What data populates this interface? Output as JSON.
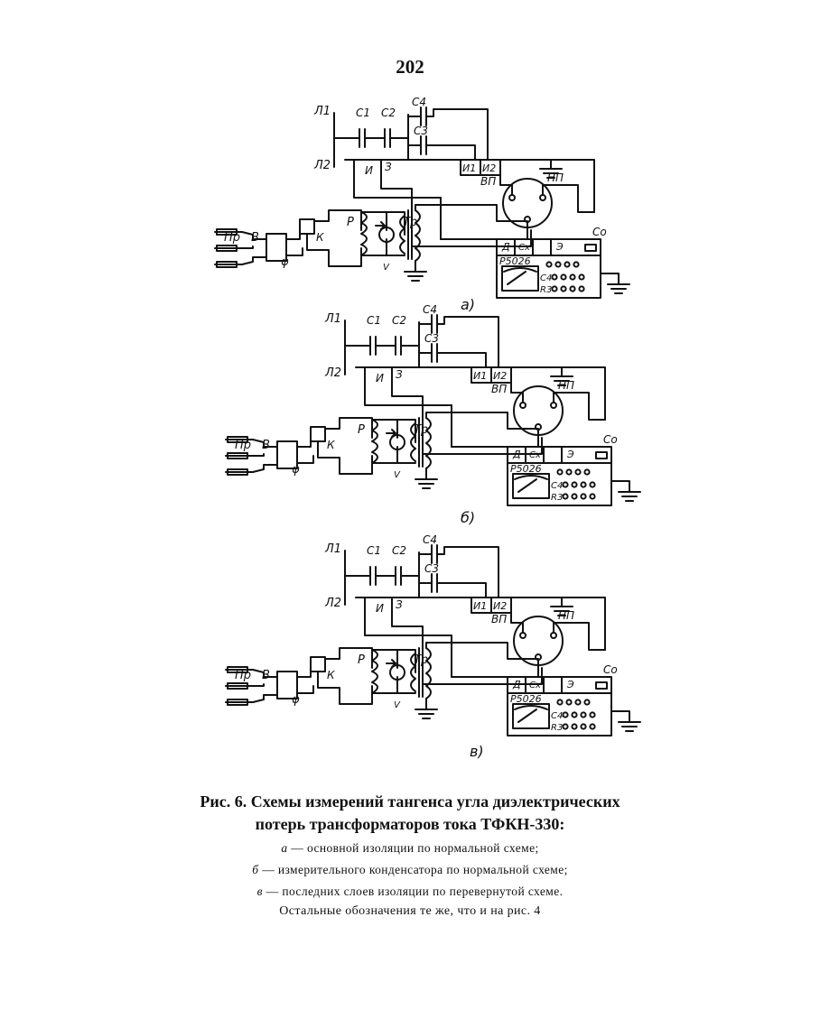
{
  "page_number": "202",
  "figure": {
    "labels": {
      "l1": "Л1",
      "l2": "Л2",
      "c1": "С1",
      "c2": "С2",
      "c3": "С3",
      "c4": "С4",
      "i": "И",
      "z": "З",
      "i1": "И1",
      "i2": "И2",
      "vp": "ВП",
      "np": "НП",
      "pr": "Пр",
      "v": "В",
      "k": "К",
      "r": "Р",
      "tr": "Тр",
      "phi": "φ",
      "volt": "V",
      "d": "Д",
      "cx": "Cx",
      "e": "Э",
      "co": "Сo",
      "device": "Р5026",
      "c4_knobs": "С4",
      "r3_knobs": "R3"
    },
    "panel_marks": [
      "а)",
      "б)",
      "в)"
    ]
  },
  "caption": {
    "title_line1": "Рис. 6. Схемы измерений тангенса угла диэлектрических",
    "title_line2": "потерь трансформаторов тока ТФКН-330:",
    "items": [
      {
        "letter": "а",
        "text": " — основной изоляции по нормальной схеме;"
      },
      {
        "letter": "б",
        "text": " — измерительного конденсатора по нормальной схеме;"
      },
      {
        "letter": "в",
        "text": " — последних слоев изоляции по перевернутой схеме."
      }
    ],
    "note": "Остальные обозначения те же, что и на рис. 4"
  }
}
